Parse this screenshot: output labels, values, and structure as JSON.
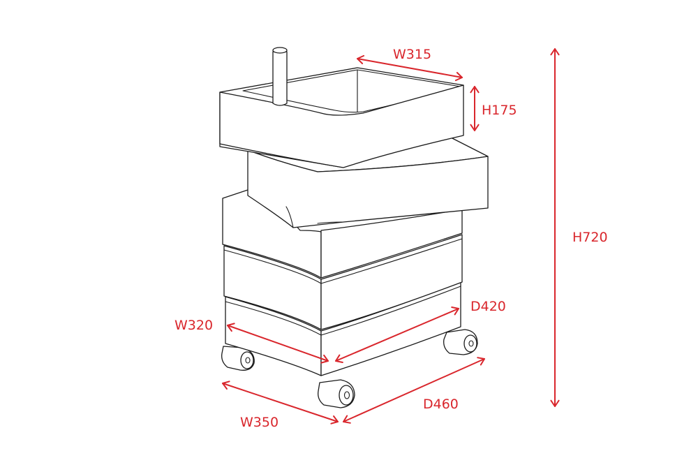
{
  "accent_color": "#d9262c",
  "line_color": "#1a1a1a",
  "dimensions": {
    "top_width": "W315",
    "tray_height": "H175",
    "total_height": "H720",
    "inner_width": "W320",
    "inner_depth": "D420",
    "base_width": "W350",
    "base_depth": "D460"
  }
}
